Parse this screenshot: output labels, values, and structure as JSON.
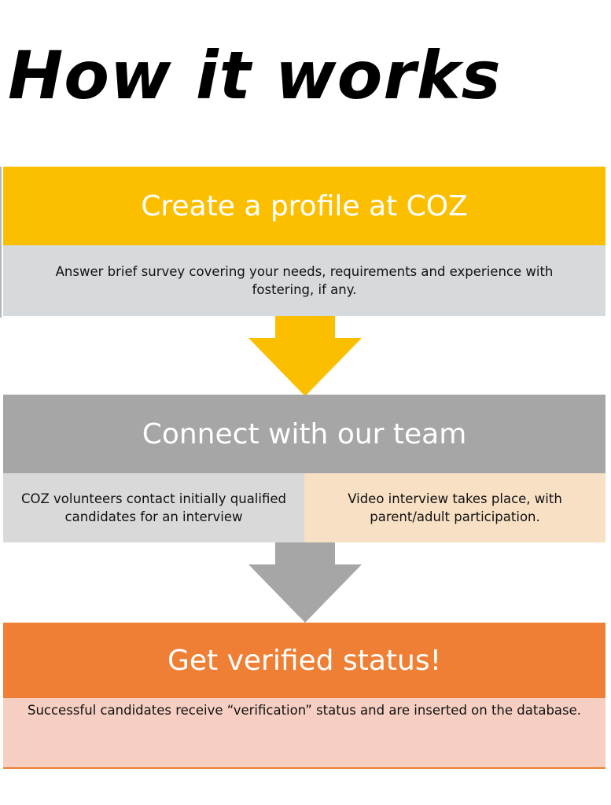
{
  "title": "How it works",
  "colors": {
    "step1_header": "#FCBF00",
    "step1_body": "#D6DADC",
    "step2_header": "#A6A6A6",
    "step2_body_left": "#D9D9D9",
    "step2_body_right": "#F8E0C5",
    "step3_header": "#EE7F34",
    "step3_body": "#F6CFC2",
    "arrow1": "#FCBF00",
    "arrow2": "#A6A6A6"
  },
  "steps": [
    {
      "header": "Create a profile at COZ",
      "body": "Answer brief survey covering your needs, requirements and experience with fostering, if any."
    },
    {
      "header": "Connect with our team",
      "body_left": "COZ volunteers contact initially qualified candidates for an interview",
      "body_right": "Video interview takes place, with parent/adult participation."
    },
    {
      "header": "Get verified status!",
      "body": "Successful candidates receive “verification” status and are inserted on the database."
    }
  ],
  "icons": [
    "arrow-down-icon",
    "arrow-down-icon"
  ]
}
